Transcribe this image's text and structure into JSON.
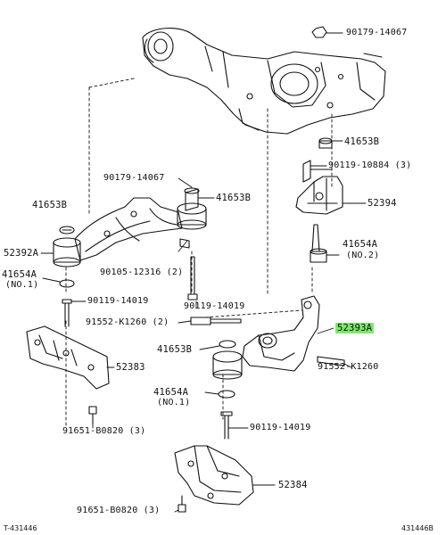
{
  "parts": {
    "p90179_top": "90179-14067",
    "p41653b_1": "41653B",
    "p90119_10884": "90119-10884 (3)",
    "p90179_2": "90179-14067",
    "p41653b_2": "41653B",
    "p41653b_3": "41653B",
    "p52394": "52394",
    "p52392a": "52392A",
    "p41654a_no2": "41654A",
    "p41654a_no2_sub": "(NO.2)",
    "p90105": "90105-12316 (2)",
    "p41654a_no1": "41654A",
    "p41654a_no1_sub": "(NO.1)",
    "p90119_14019_1": "90119-14019",
    "p90119_14019_2": "90119-14019",
    "p91552_k1260_2": "91552-K1260 (2)",
    "p52393a": "52393A",
    "p41653b_4": "41653B",
    "p52383": "52383",
    "p91552_k1260": "91552-K1260",
    "p41654a_no1_b": "41654A",
    "p41654a_no1_b_sub": "(NO.1)",
    "p90119_14019_3": "90119-14019",
    "p91651_1": "91651-B0820 (3)",
    "p52384": "52384",
    "p91651_2": "91651-B0820 (3)"
  },
  "footer": {
    "left": "T-431446",
    "right": "431446B"
  },
  "colors": {
    "highlight": "#7ee86a",
    "line": "#111111"
  }
}
